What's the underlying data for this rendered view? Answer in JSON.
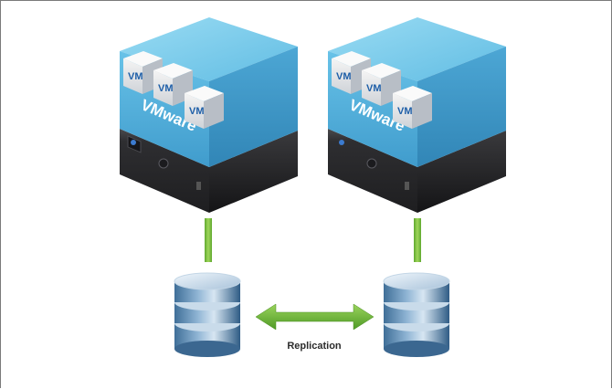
{
  "diagram": {
    "hosts": [
      {
        "hypervisor_label": "VMware",
        "vms": [
          "VM",
          "VM",
          "VM"
        ]
      },
      {
        "hypervisor_label": "VMware",
        "vms": [
          "VM",
          "VM",
          "VM"
        ]
      }
    ],
    "replication_label": "Replication",
    "colors": {
      "hypervisor_top": "#6cc9ea",
      "hypervisor_front": "#3aa6d8",
      "server_body": "#2c2c2e",
      "connector": "#7ec242",
      "arrow": "#6fbe3c",
      "disk": "#9ab4cc"
    }
  }
}
